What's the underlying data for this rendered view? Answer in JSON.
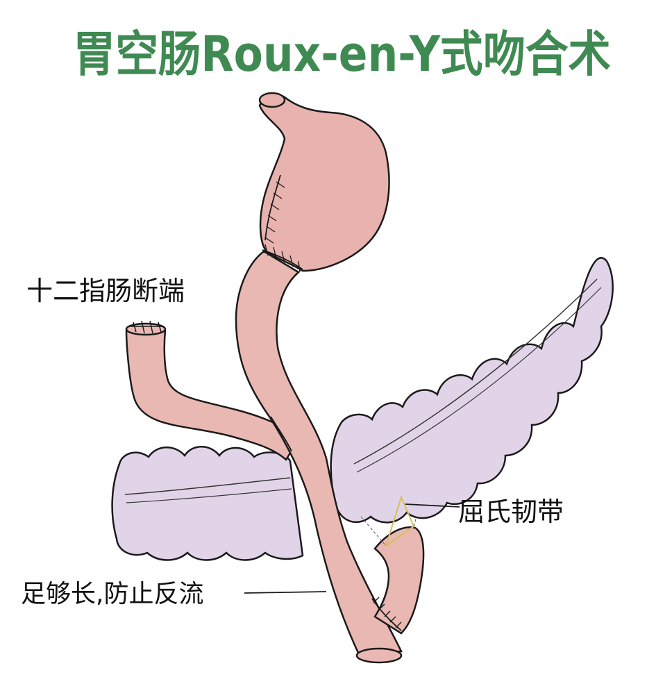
{
  "title": "胃空肠Roux-en-Y式吻合术",
  "labels": {
    "duodenal_stump": "十二指肠断端",
    "treitz_ligament": "屈氏韧带",
    "long_enough": "足够长,防止反流"
  },
  "colors": {
    "title": "#3f8a52",
    "stomach": "#e8b3ae",
    "intestine": "#eab8b3",
    "colon": "#e2d4e8",
    "outline": "#1a1a1a",
    "ligament": "#d8bf5a"
  }
}
